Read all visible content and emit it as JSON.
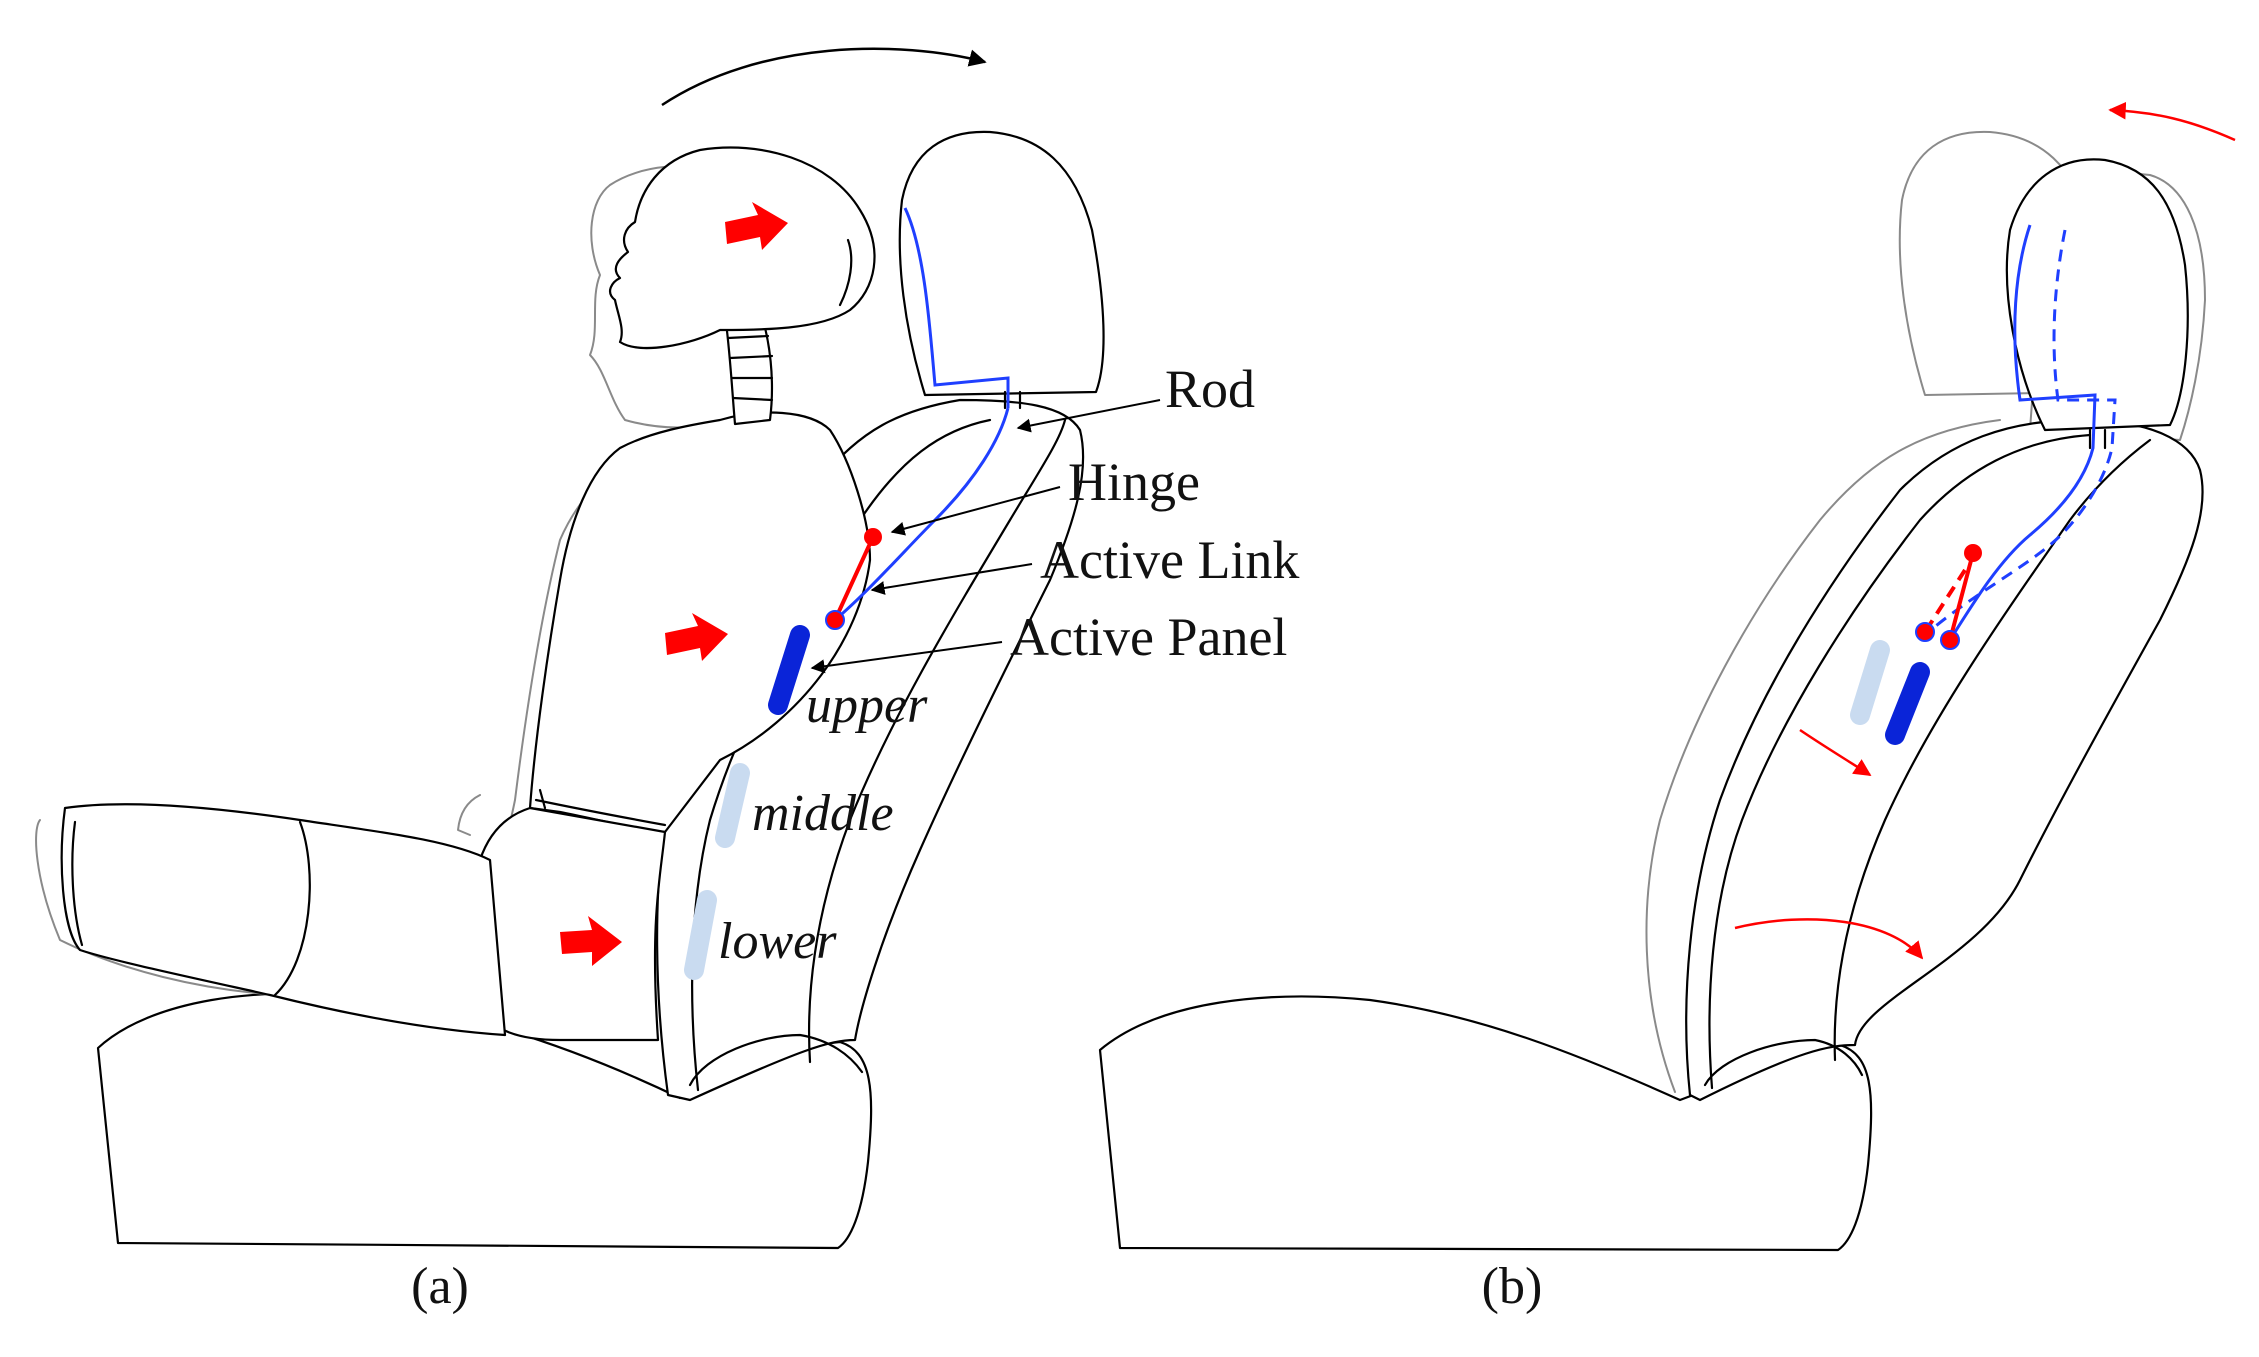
{
  "panels": {
    "a": {
      "caption": "(a)",
      "labels": {
        "rod": "Rod",
        "hinge": "Hinge",
        "active_link": "Active Link",
        "active_panel": "Active Panel"
      },
      "zones": {
        "upper": "upper",
        "middle": "middle",
        "lower": "lower"
      }
    },
    "b": {
      "caption": "(b)"
    }
  },
  "colors": {
    "outline": "#000000",
    "ghost_outline": "#8a8a8a",
    "rod_blue": "#1f3fff",
    "active_panel_blue": "#0a24d8",
    "inactive_panel": "#c9dbf0",
    "force_red": "#ff0000"
  },
  "icons": {
    "force_arrow": "red-block-arrow",
    "rotation_arrow": "curved-arrow"
  }
}
